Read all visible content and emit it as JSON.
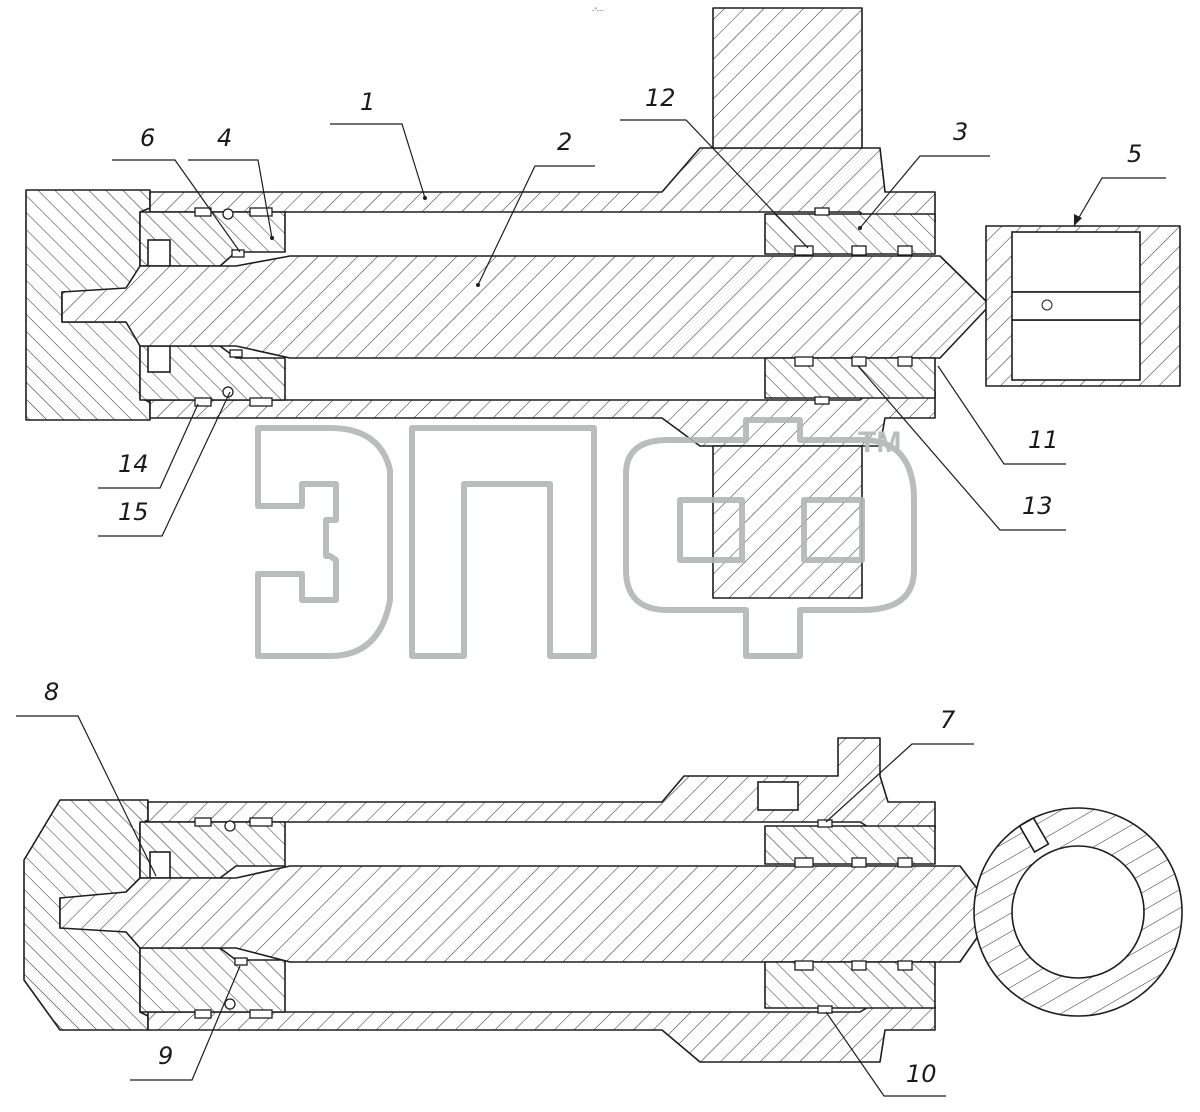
{
  "drawing": {
    "top_mark": "-°---",
    "trademark_symbol": "TM",
    "watermark_lettering": "ЭПФ",
    "callouts": {
      "c1": "1",
      "c2": "2",
      "c3": "3",
      "c4": "4",
      "c5": "5",
      "c6": "6",
      "c7": "7",
      "c8": "8",
      "c9": "9",
      "c10": "10",
      "c11": "11",
      "c12": "12",
      "c13": "13",
      "c14": "14",
      "c15": "15"
    }
  },
  "colors": {
    "line": "#1e1e1e",
    "background": "#ffffff",
    "watermark": "#b2b6b4"
  }
}
